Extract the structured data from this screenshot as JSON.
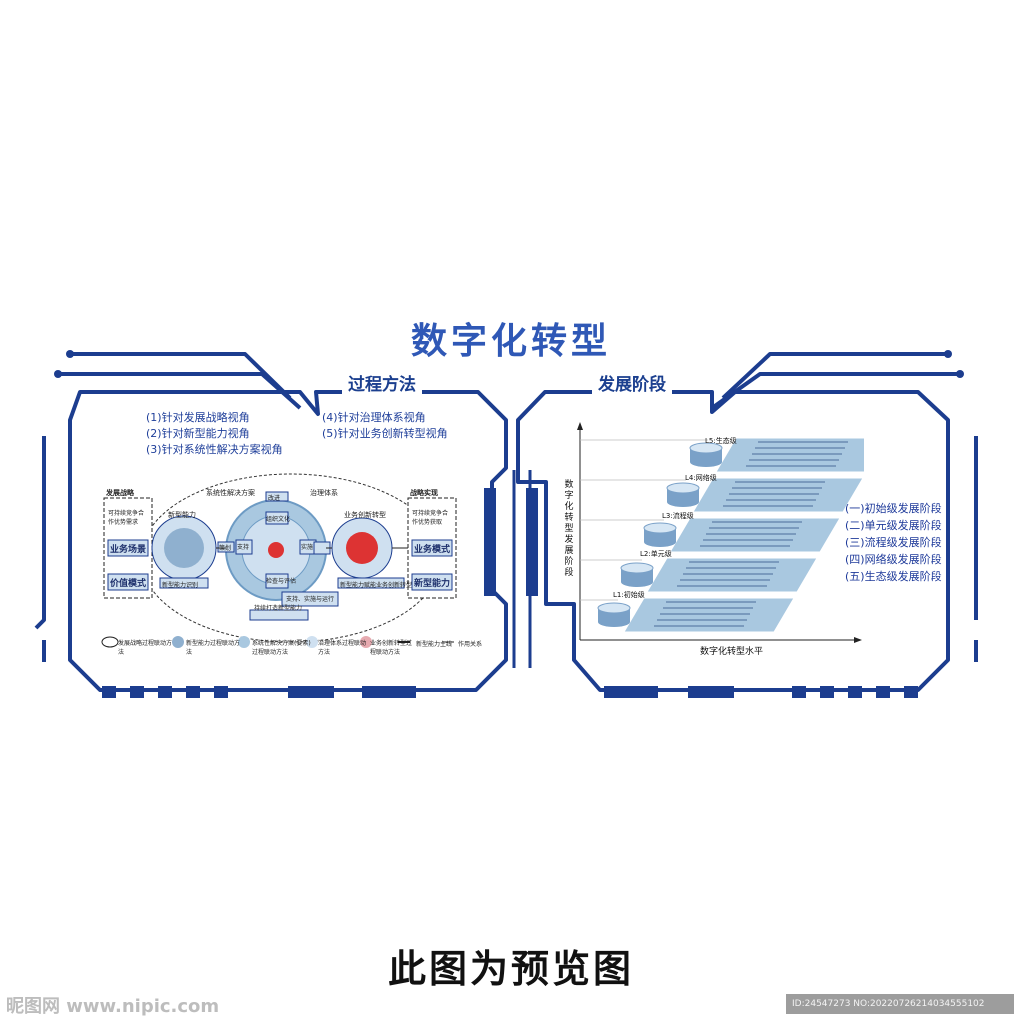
{
  "main_title": "数字化转型",
  "left_panel": {
    "heading": "过程方法",
    "perspectives_col1": [
      "(1)针对发展战略视角",
      "(2)针对新型能力视角",
      "(3)针对系统性解决方案视角"
    ],
    "perspectives_col2": [
      "(4)针对治理体系视角",
      "(5)针对业务创新转型视角"
    ],
    "diagram": {
      "left_group_title": "发展战略",
      "right_group_title": "战略实现",
      "left_boxes": [
        "业务场景",
        "价值模式"
      ],
      "right_boxes": [
        "业务模式",
        "新型能力"
      ],
      "left_note": "可持续竞争合作优势需求",
      "right_note": "可持续竞争合作优势获取",
      "new_capability": "新型能力",
      "solution": "系统性解决方案",
      "governance": "治理体系",
      "innovation": "业务创新转型",
      "improve": "改进",
      "org": "组织文化",
      "plan": "策划",
      "support": "支持",
      "implement": "实施",
      "check": "检查与评估",
      "capability_plan": "新型能力识别",
      "capability_box": "新型能力赋能业务创新转型",
      "build": "持续打造新型能力",
      "bottom_center": "支持、实施与运行",
      "legend": [
        "发展战略过程联动方法",
        "新型能力过程联动方法",
        "系统性解决方案(要素)过程联动方法",
        "治理体系过程联动方法",
        "业务创新转型过程联动方法",
        "新型能力主线",
        "作用关系"
      ]
    }
  },
  "right_panel": {
    "heading": "发展阶段",
    "y_axis": "数字化转型发展阶段",
    "x_axis": "数字化转型水平",
    "levels": [
      "L1:初始级",
      "L2:单元级",
      "L3:流程级",
      "L4:网络级",
      "L5:生态级"
    ],
    "stages": [
      "(一)初始级发展阶段",
      "(二)单元级发展阶段",
      "(三)流程级发展阶段",
      "(四)网络级发展阶段",
      "(五)生态级发展阶段"
    ]
  },
  "preview_text": "此图为预览图",
  "watermark_left": "昵图网 www.nipic.com",
  "watermark_right": "ID:24547273 NO:20220726214034555102",
  "colors": {
    "frame": "#1c3d8f",
    "accent": "#2f58b6",
    "panel_fill": "#a9c8e0"
  }
}
